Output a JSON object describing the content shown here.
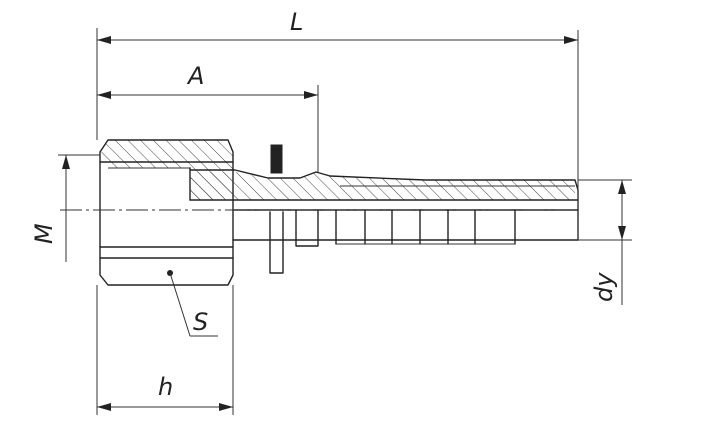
{
  "labels": {
    "L": "L",
    "A": "A",
    "M": "M",
    "S": "S",
    "h": "h",
    "dy": "dy"
  }
}
